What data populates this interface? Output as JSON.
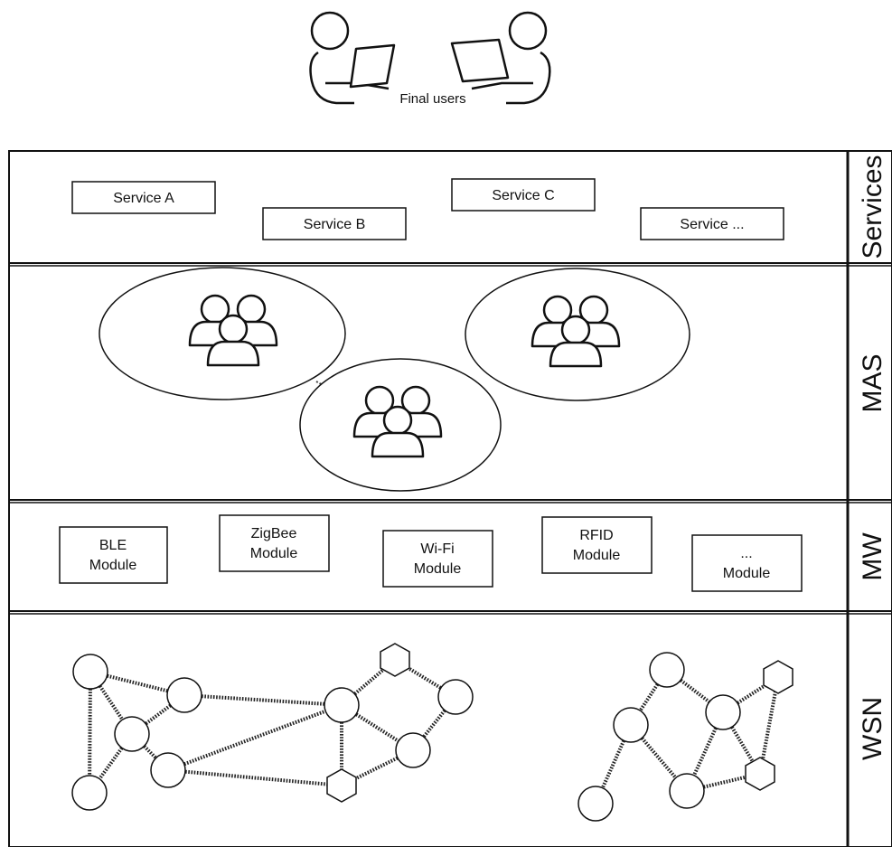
{
  "final_users": {
    "label": "Final users"
  },
  "layers": {
    "services": "Services",
    "mas": "MAS",
    "mw": "MW",
    "wsn": "WSN"
  },
  "services": [
    "Service A",
    "Service B",
    "Service C",
    "Service ..."
  ],
  "modules": [
    {
      "line1": "BLE",
      "line2": "Module"
    },
    {
      "line1": "ZigBee",
      "line2": "Module"
    },
    {
      "line1": "Wi-Fi",
      "line2": "Module"
    },
    {
      "line1": "RFID",
      "line2": "Module"
    },
    {
      "line1": "...",
      "line2": "Module"
    }
  ]
}
